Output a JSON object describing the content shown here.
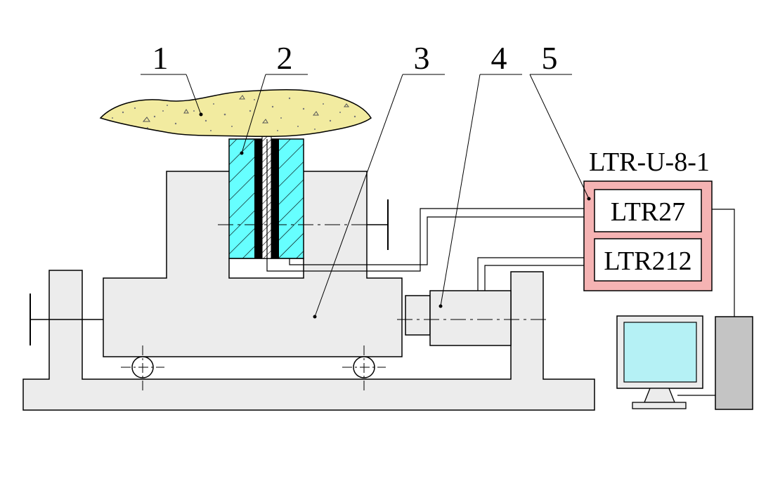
{
  "callouts": {
    "n1": "1",
    "n2": "2",
    "n3": "3",
    "n4": "4",
    "n5": "5"
  },
  "device": {
    "title": "LTR-U-8-1",
    "module_top": "LTR27",
    "module_bottom": "LTR212"
  },
  "colors": {
    "base_fill": "#ececec",
    "sample_fill": "#66ffff",
    "sample_top_fill": "#f2eba0",
    "crate_fill": "#f5b3b3",
    "screen_fill": "#b5f1f5",
    "tower_fill": "#c4c4c4"
  }
}
